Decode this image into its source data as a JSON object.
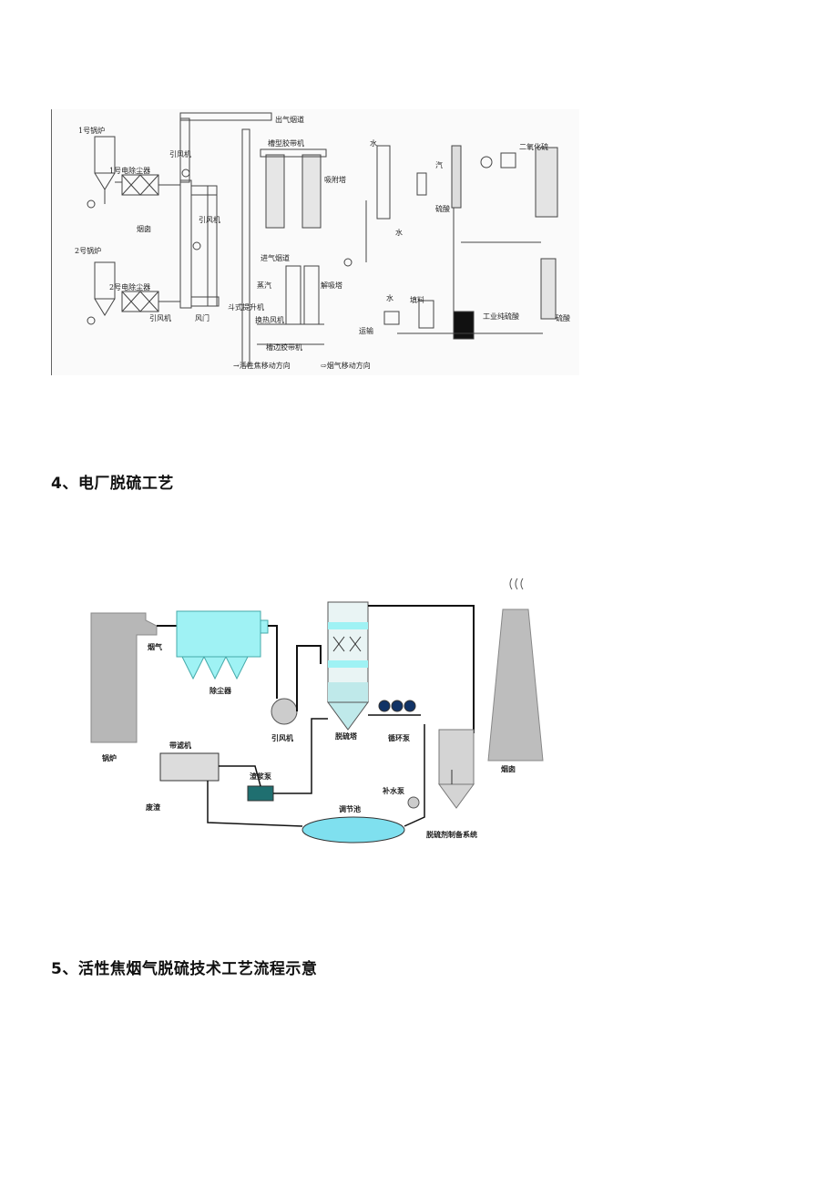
{
  "figure1": {
    "labels": {
      "boiler1": "1号锅炉",
      "precip1": "1号电除尘器",
      "fan_top": "引风机",
      "chimney": "烟囱",
      "fan_mid": "引风机",
      "boiler2": "2号锅炉",
      "precip2": "2号电除尘器",
      "fan_bot": "引风机",
      "damper": "风门",
      "outlet_flue": "出气烟道",
      "upper_conveyor": "槽型胶带机",
      "absorber": "吸附塔",
      "inlet_flue": "进气烟道",
      "steam": "蒸汽",
      "desorber": "解吸塔",
      "bucket_elevator": "斗式提升机",
      "hot_air_fan": "换热风机",
      "lower_conveyor": "槽边胶带机",
      "legend_coke": "→活性焦移动方向",
      "legend_gas": "⇨烟气移动方向",
      "water_top": "水",
      "water_bot": "水",
      "steam2": "汽",
      "sulfuric": "硫酸",
      "so2": "二氧化硫",
      "water_pack": "水",
      "packing": "填料",
      "transport": "运输",
      "industrial_acid": "工业纯硫酸",
      "acid_out": "硫酸"
    }
  },
  "section4": {
    "title": "4、电厂脱硫工艺"
  },
  "figure2": {
    "labels": {
      "boiler": "锅炉",
      "flue_gas": "烟气",
      "precipitator": "除尘器",
      "fan": "引风机",
      "tower": "脱硫塔",
      "circ_pump": "循环泵",
      "chimney": "烟囱",
      "belt_filter": "带滤机",
      "slurry_pump": "渣浆泵",
      "waste": "废渣",
      "basin": "调节池",
      "makeup_pump": "补水泵",
      "prep": "脱硫剂制备系统"
    }
  },
  "section5": {
    "title": "5、活性焦烟气脱硫技术工艺流程示意"
  }
}
